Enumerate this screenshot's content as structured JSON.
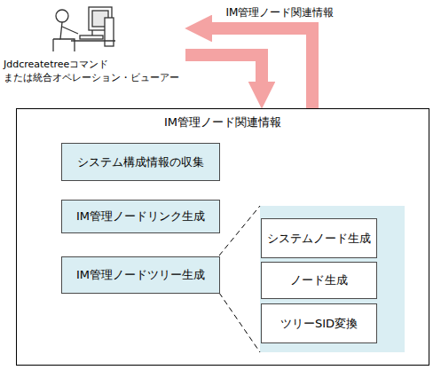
{
  "diagram": {
    "nodes": [
      {
        "text": [
          "Jddcreatetreeコマンド または統合オペレーション・ビューアー"
        ]
      },
      {
        "text": [
          "IM管理ノード関連情報"
        ]
      },
      {
        "text": [
          "システム構成情報の収集"
        ],
        "in": 1
      },
      {
        "text": [
          "IM管理ノードリンク生成"
        ],
        "in": 1
      },
      {
        "text": [
          "IM管理ノードツリー生成"
        ],
        "in": 1
      },
      {
        "text": [
          "システムノード生成"
        ],
        "in": 1
      },
      {
        "text": [
          "ノード生成"
        ],
        "in": 1
      },
      {
        "text": [
          "ツリーSID変換"
        ],
        "in": 1
      }
    ],
    "edges": [
      {
        "from": 1,
        "to": 0,
        "arrow": "to",
        "label": "IM管理ノード関連情報"
      },
      {
        "from": 0,
        "to": 1,
        "arrow": "to"
      }
    ]
  }
}
